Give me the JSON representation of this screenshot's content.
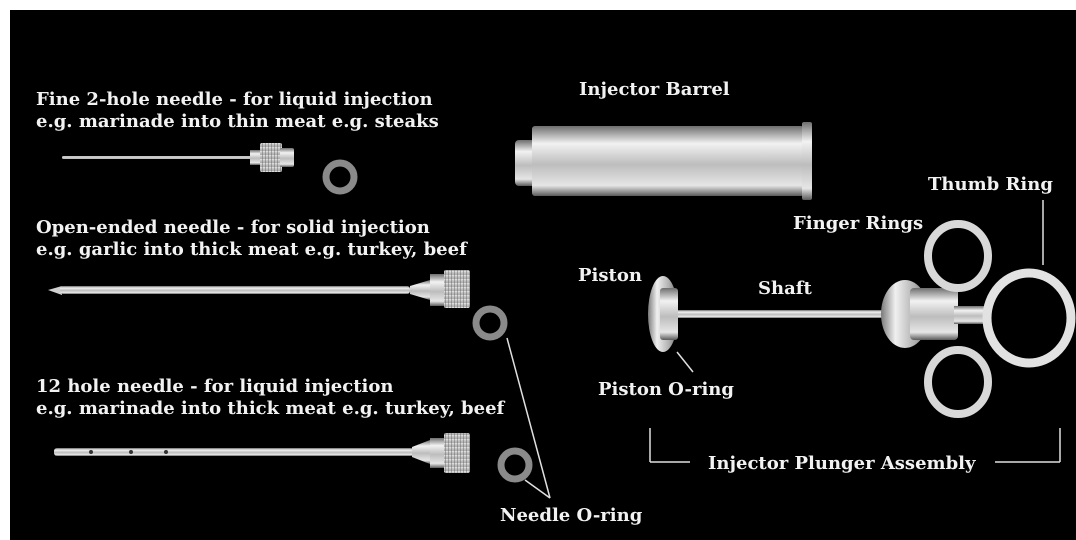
{
  "needles": [
    {
      "line1": "Fine 2-hole needle - for liquid injection",
      "line2": "e.g. marinade into thin meat e.g. steaks"
    },
    {
      "line1": "Open-ended needle - for solid injection",
      "line2": "e.g. garlic into thick meat e.g. turkey, beef"
    },
    {
      "line1": "12 hole needle - for liquid injection",
      "line2": "e.g. marinade into thick meat e.g. turkey, beef"
    }
  ],
  "labels": {
    "barrel": "Injector Barrel",
    "thumb_ring": "Thumb Ring",
    "finger_rings": "Finger Rings",
    "piston": "Piston",
    "shaft": "Shaft",
    "piston_oring": "Piston O-ring",
    "needle_oring": "Needle O-ring",
    "plunger_assembly": "Injector Plunger Assembly"
  },
  "colors": {
    "background": "#000000",
    "text": "#f2f2f2",
    "metal": "#c9c9c9",
    "oring": "#8a8a8a"
  }
}
